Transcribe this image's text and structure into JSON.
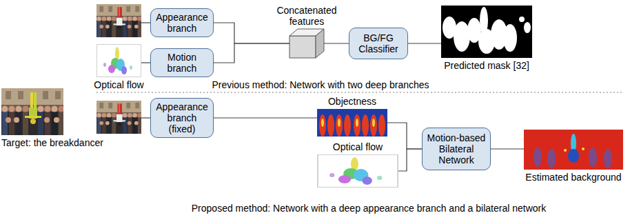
{
  "diagram": {
    "nodes": [
      {
        "text": [
          "Target: the breakdancer"
        ]
      },
      {
        "text": [
          "Appearance branch"
        ]
      },
      {
        "text": [
          "Concatenated features"
        ]
      },
      {
        "text": [
          "Optical flow"
        ]
      },
      {
        "text": [
          "Motion branch"
        ]
      },
      {
        "text": [
          "BG/FG Classifier"
        ]
      },
      {
        "text": [
          "Predicted mask [32]"
        ]
      },
      {
        "text": [
          "Appearance branch (fixed)"
        ]
      },
      {
        "text": [
          "Objectness"
        ]
      },
      {
        "text": [
          "Optical flow"
        ]
      },
      {
        "text": [
          "Motion-based Bilateral Network"
        ]
      },
      {
        "text": [
          "Estimated background"
        ]
      }
    ],
    "edges": [
      {
        "from": 3,
        "to": 4,
        "arrow": "none"
      },
      {
        "from": 1,
        "to": 2,
        "arrow": "none"
      },
      {
        "from": 4,
        "to": 2,
        "arrow": "none"
      },
      {
        "from": 2,
        "to": 5,
        "arrow": "none"
      },
      {
        "from": 5,
        "to": 6,
        "arrow": "none"
      },
      {
        "from": 7,
        "to": 8,
        "arrow": "none"
      },
      {
        "from": 8,
        "to": 10,
        "arrow": "none"
      },
      {
        "from": 9,
        "to": 10,
        "arrow": "none"
      },
      {
        "from": 10,
        "to": 11,
        "arrow": "none"
      }
    ],
    "labels": [
      "Previous method: Network with two deep branches",
      "Proposed method: Network with a deep appearance branch and a bilateral network"
    ]
  }
}
